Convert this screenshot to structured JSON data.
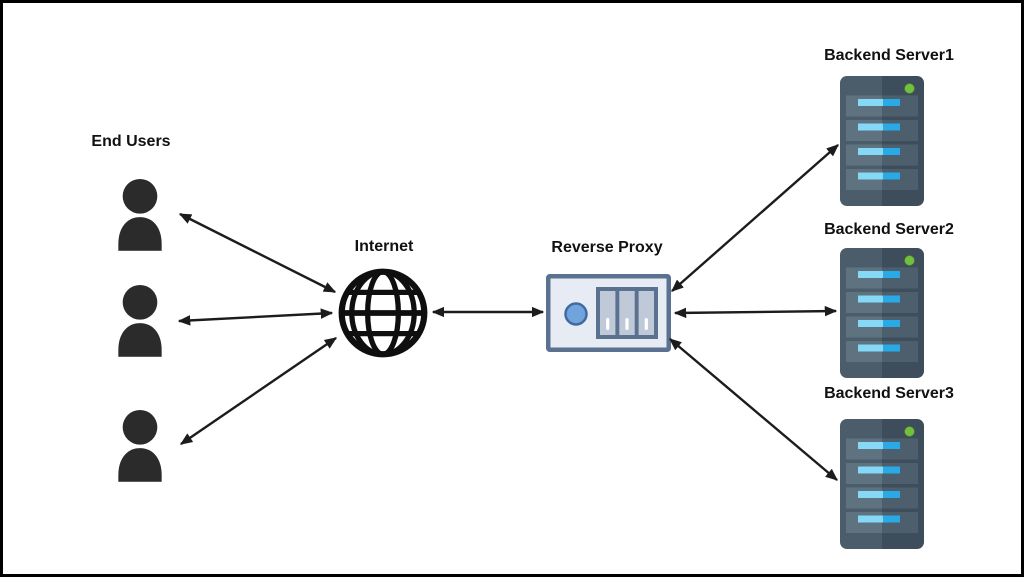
{
  "nodes": {
    "end_users": {
      "label": "End Users",
      "icon": "person-icon",
      "count": 3
    },
    "internet": {
      "label": "Internet",
      "icon": "globe-icon"
    },
    "reverse_proxy": {
      "label": "Reverse Proxy",
      "icon": "proxy-appliance-icon"
    },
    "backend_servers": [
      {
        "label": "Backend Server1",
        "icon": "server-tower-icon",
        "status_led": "green"
      },
      {
        "label": "Backend Server2",
        "icon": "server-tower-icon",
        "status_led": "green"
      },
      {
        "label": "Backend Server3",
        "icon": "server-tower-icon",
        "status_led": "green"
      }
    ]
  },
  "edges": [
    {
      "from": "end-user-1",
      "to": "internet",
      "direction": "bidirectional"
    },
    {
      "from": "end-user-2",
      "to": "internet",
      "direction": "bidirectional"
    },
    {
      "from": "end-user-3",
      "to": "internet",
      "direction": "bidirectional"
    },
    {
      "from": "internet",
      "to": "reverse-proxy",
      "direction": "bidirectional"
    },
    {
      "from": "reverse-proxy",
      "to": "backend-server-1",
      "direction": "bidirectional"
    },
    {
      "from": "reverse-proxy",
      "to": "backend-server-2",
      "direction": "bidirectional"
    },
    {
      "from": "reverse-proxy",
      "to": "backend-server-3",
      "direction": "bidirectional"
    }
  ],
  "colors": {
    "canvas_border": "#000000",
    "background": "#ffffff",
    "arrow": "#1c1c1c",
    "label_text": "#111111",
    "person": "#2b2b2b",
    "globe": "#0f0f0f",
    "proxy_border": "#5b7190",
    "proxy_fill": "#e7ecf4",
    "proxy_circle_fill": "#6fa4dc",
    "proxy_circle_stroke": "#44699f",
    "proxy_slat_fill": "#bfc9d8",
    "server_body": "#4b5d6b",
    "server_bay": "#5f7280",
    "server_bar_light": "#86d8f7",
    "server_bar_dark": "#29a9e6",
    "server_led": "#72c041"
  }
}
